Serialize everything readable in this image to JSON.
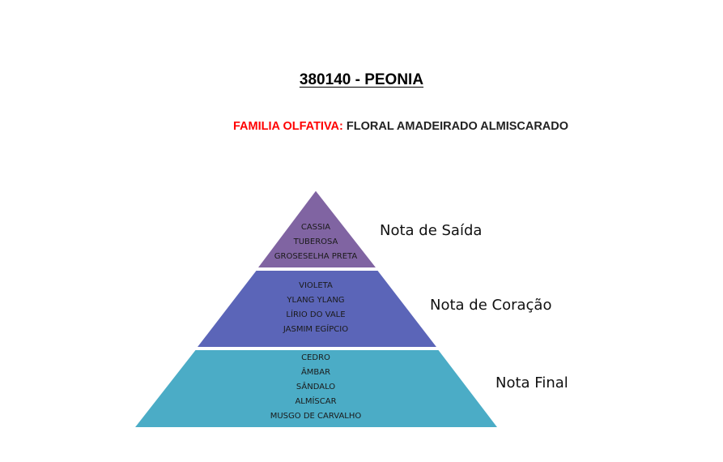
{
  "document": {
    "title": "380140 - PEONIA",
    "family_label": "FAMILIA OLFATIVA:",
    "family_value": " FLORAL AMADEIRADO ALMISCARADO"
  },
  "pyramid": {
    "top": {
      "label": "Nota de Saída",
      "color": "#8064a2",
      "notes": [
        "CASSIA",
        "TUBEROSA",
        "GROSESELHA PRETA"
      ]
    },
    "middle": {
      "label": "Nota de Coração",
      "color": "#5b65b8",
      "notes": [
        "VIOLETA",
        "YLANG YLANG",
        "LÍRIO DO VALE",
        "JASMIM EGÍPCIO"
      ]
    },
    "base": {
      "label": "Nota Final",
      "color": "#4bacc6",
      "notes": [
        "CEDRO",
        "ÂMBAR",
        "SÂNDALO",
        "ALMÍSCAR",
        "MUSGO DE CARVALHO"
      ]
    }
  }
}
